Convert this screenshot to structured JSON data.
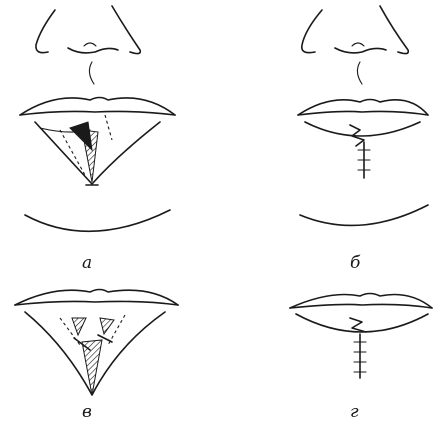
{
  "panels": [
    {
      "id": "a",
      "caption": "а"
    },
    {
      "id": "b",
      "caption": "б"
    },
    {
      "id": "c",
      "caption": "в"
    },
    {
      "id": "d",
      "caption": "г"
    }
  ]
}
